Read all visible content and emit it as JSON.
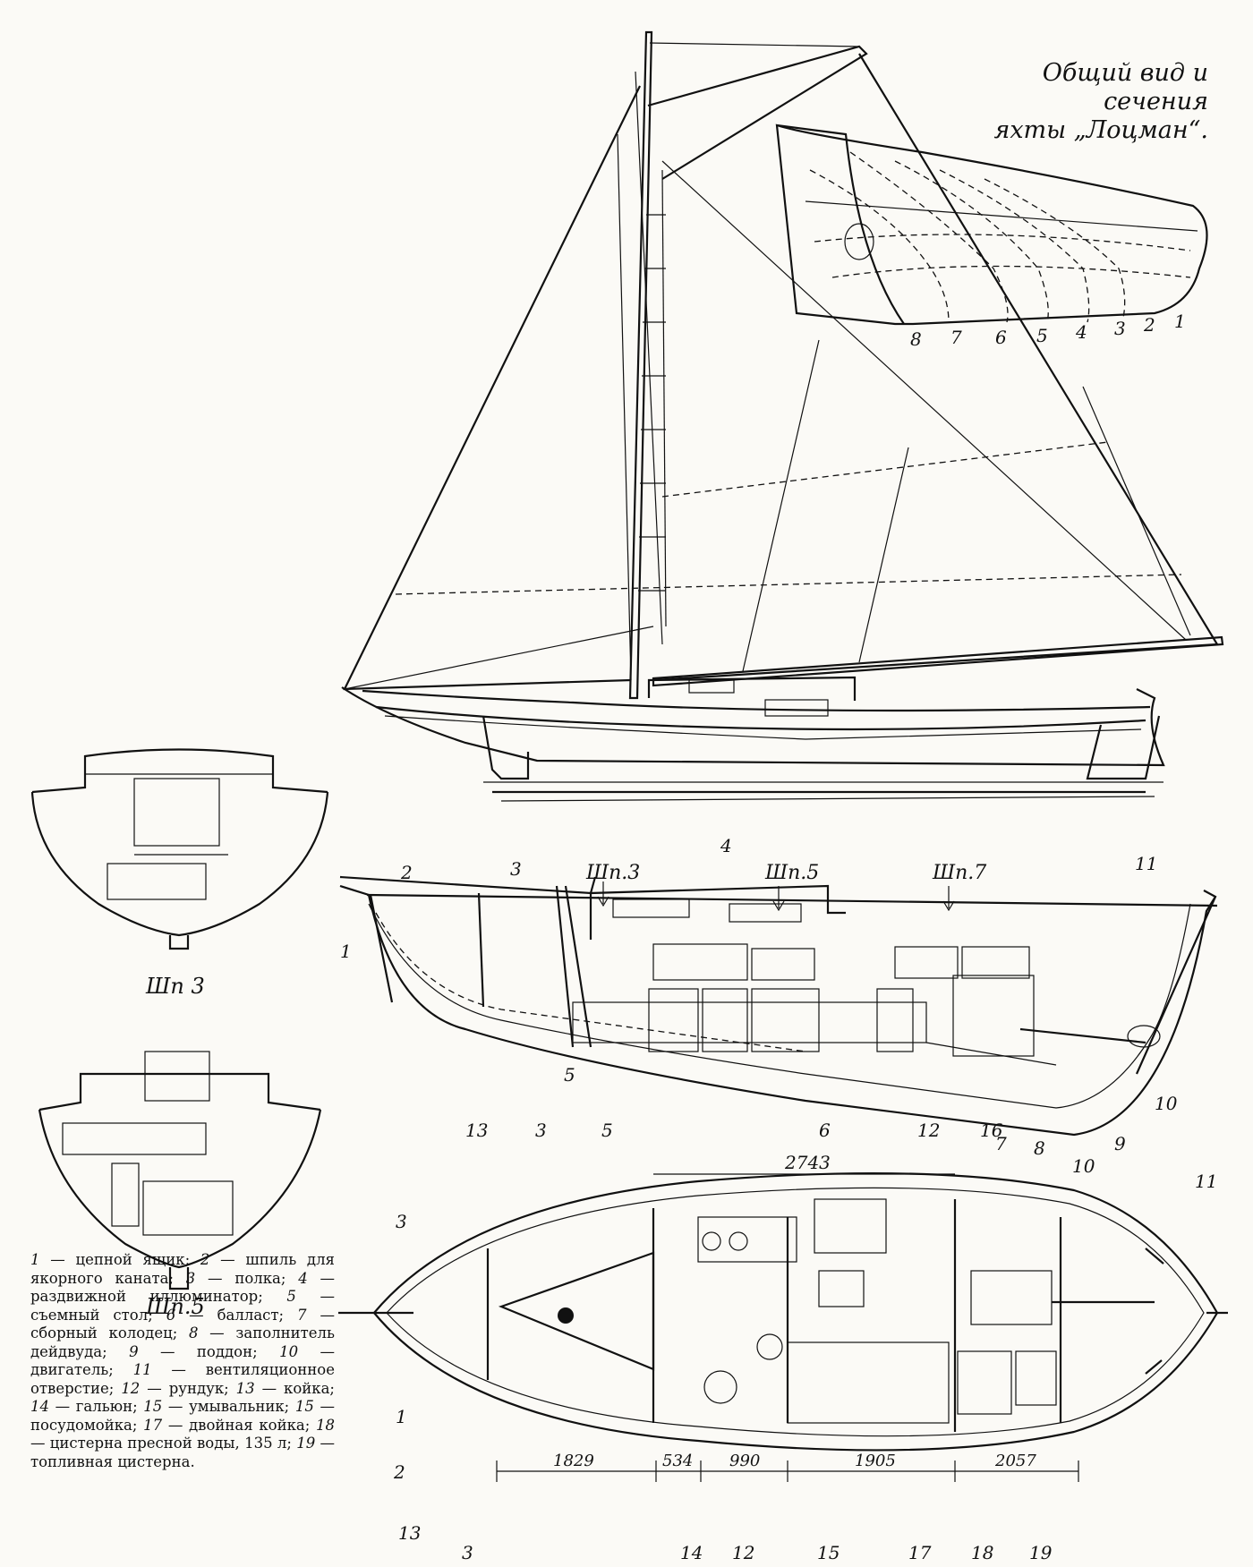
{
  "title": {
    "line1": "Общий вид и сечения",
    "line2": "яхты „Лоцман“."
  },
  "sections": {
    "shp3_label": "Шп 3",
    "shp5_label": "Шп.5"
  },
  "bodyplan_stations": [
    "8",
    "7",
    "6",
    "5",
    "4",
    "3",
    "2",
    "1"
  ],
  "profile_marks": {
    "shp3": "Шп.3",
    "shp5": "Шп.5",
    "shp7": "Шп.7"
  },
  "profile_callouts": [
    "1",
    "2",
    "3",
    "4",
    "5",
    "6",
    "7",
    "8",
    "9",
    "10",
    "11"
  ],
  "plan_callouts": [
    "13",
    "3",
    "5",
    "12",
    "16",
    "10",
    "11",
    "3",
    "1",
    "2",
    "13",
    "3",
    "14",
    "12",
    "15",
    "17",
    "18",
    "19"
  ],
  "dimensions": {
    "top": "2743",
    "d1": "1829",
    "d2": "534",
    "d3": "990",
    "d4": "1905",
    "d5": "2057"
  },
  "legend": [
    {
      "n": "1",
      "t": "цепной ящик; "
    },
    {
      "n": "2",
      "t": "шпиль для якорного каната; "
    },
    {
      "n": "3",
      "t": "полка; "
    },
    {
      "n": "4",
      "t": "раздвижной иллюминатор; "
    },
    {
      "n": "5",
      "t": "съемный стол; "
    },
    {
      "n": "6",
      "t": "балласт; "
    },
    {
      "n": "7",
      "t": "сборный колодец; "
    },
    {
      "n": "8",
      "t": "заполнитель дейдвуда; "
    },
    {
      "n": "9",
      "t": "поддон; "
    },
    {
      "n": "10",
      "t": "двигатель; "
    },
    {
      "n": "11",
      "t": "вентиляционное отверстие; "
    },
    {
      "n": "12",
      "t": "рундук; "
    },
    {
      "n": "13",
      "t": "койка; "
    },
    {
      "n": "14",
      "t": "гальюн; "
    },
    {
      "n": "15",
      "t": "умывальник; "
    },
    {
      "n": "15",
      "t": "посудомойка; "
    },
    {
      "n": "17",
      "t": "двойная койка; "
    },
    {
      "n": "18",
      "t": "цистерна пресной воды, 135 л; "
    },
    {
      "n": "19",
      "t": "топливная цистерна."
    }
  ]
}
